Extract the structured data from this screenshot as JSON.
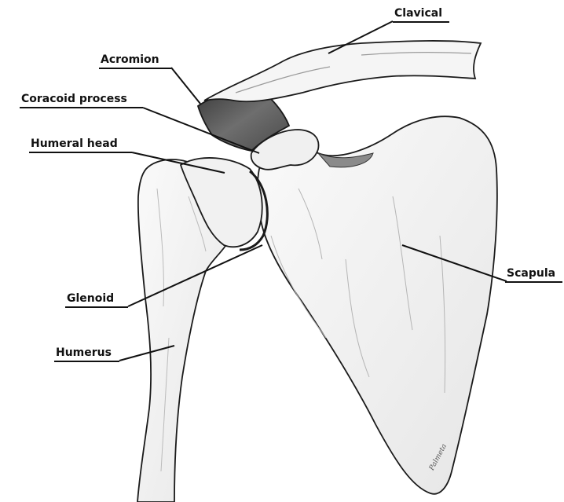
{
  "labels": {
    "clavical": "Clavical",
    "acromion": "Acromion",
    "coracoid_process": "Coracoid process",
    "humeral_head": "Humeral head",
    "glenoid": "Glenoid",
    "humerus": "Humerus",
    "scapula": "Scapula"
  },
  "artist_signature": "Palmeta",
  "colors": {
    "background": "#ffffff",
    "ink": "#1a1a1a",
    "bone_fill": "#f3f3f3",
    "shade_dark": "#555555",
    "shade_mid": "#9a9a9a"
  }
}
